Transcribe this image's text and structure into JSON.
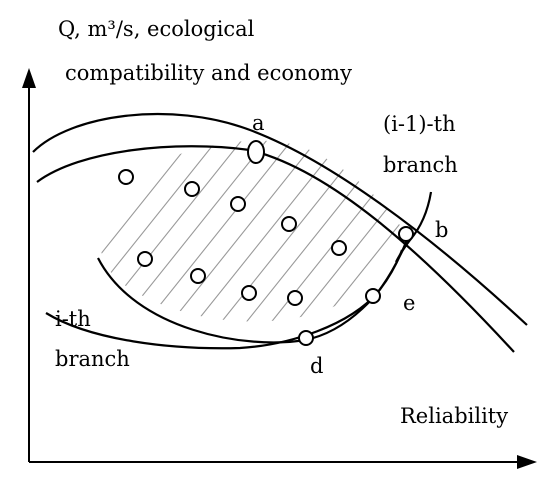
{
  "axes": {
    "y_label_line1": "Q, m³/s, ecological",
    "y_label_line2": "compatibility and economy",
    "x_label": "Reliability"
  },
  "labels": {
    "a": "a",
    "b": "b",
    "d": "d",
    "e": "e",
    "prev_branch_line1": "(i-1)-th",
    "prev_branch_line2": "branch",
    "curr_branch_line1": "i-th",
    "curr_branch_line2": "branch"
  }
}
